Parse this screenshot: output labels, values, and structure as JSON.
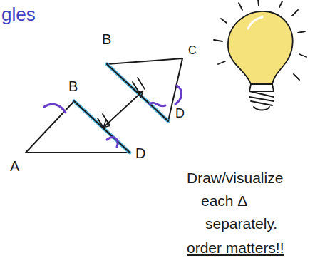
{
  "diagram": {
    "labels": [
      "gles",
      "B",
      "C",
      "D",
      "B",
      "A",
      "D",
      "Draw/visualize",
      "each Δ",
      "separately.",
      "order matters!!"
    ]
  }
}
